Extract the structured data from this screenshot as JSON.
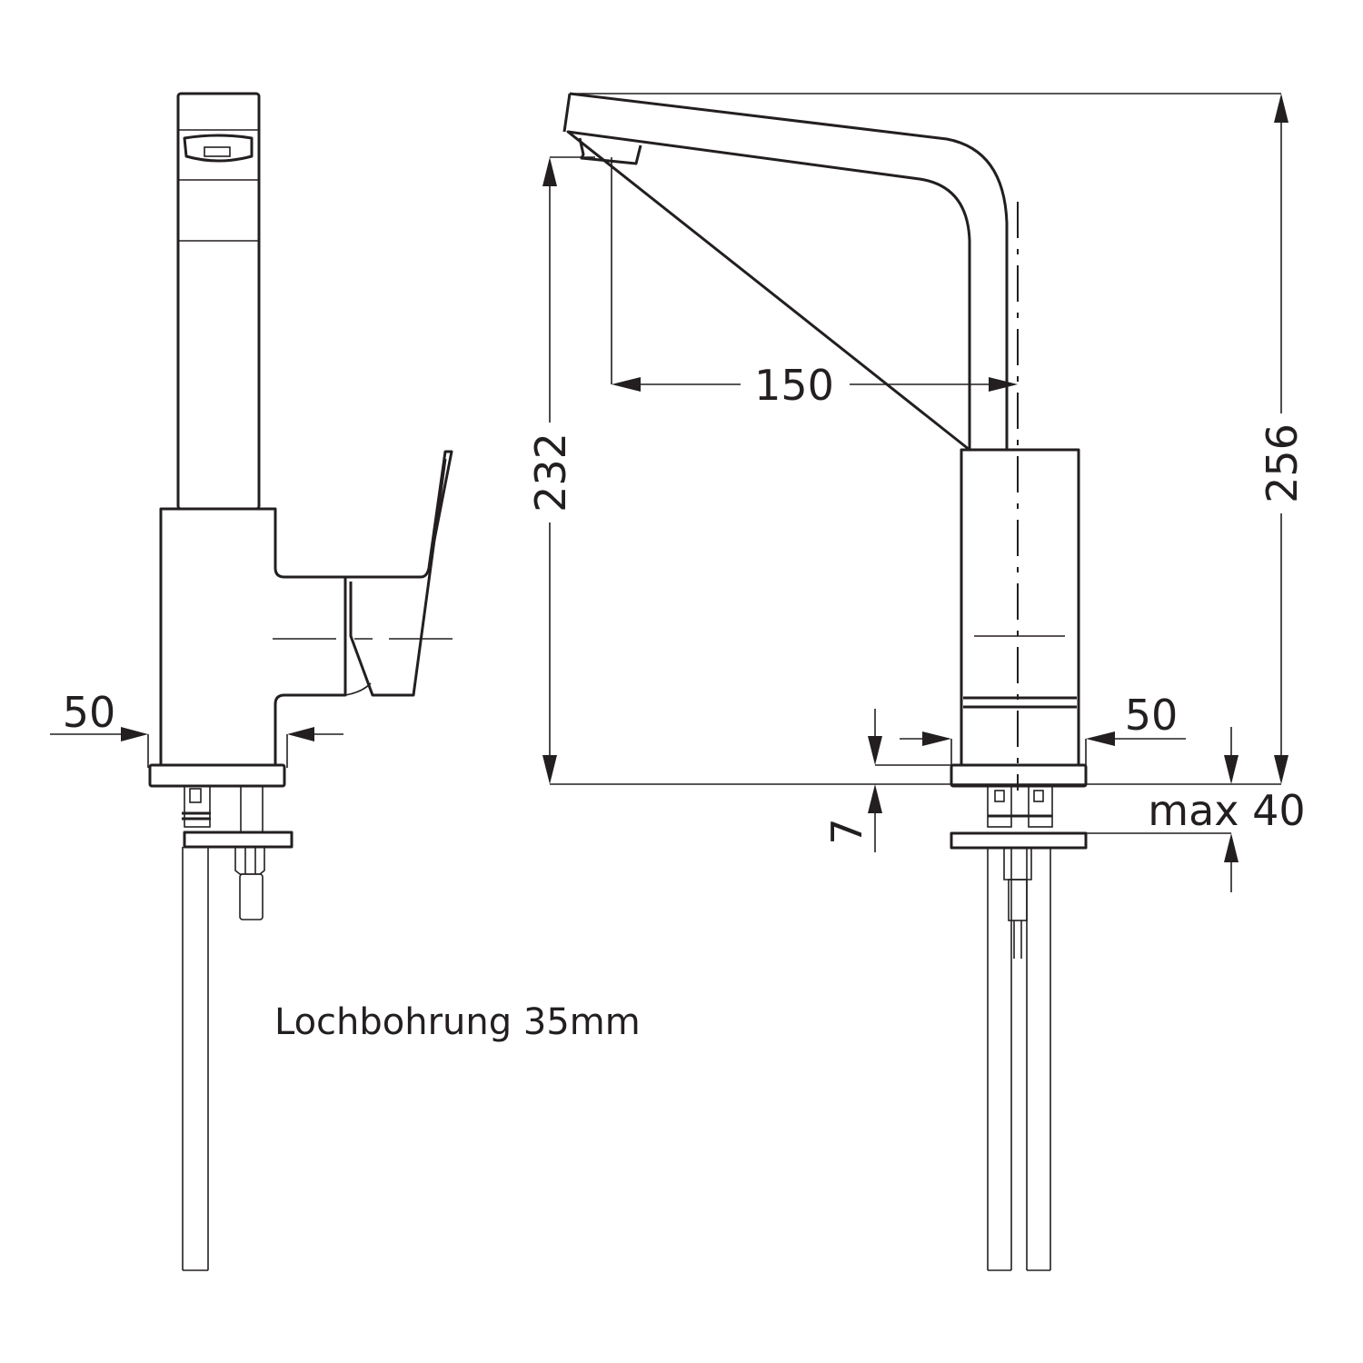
{
  "dimensions": {
    "spout_reach": "150",
    "spout_height": "232",
    "total_height": "256",
    "base_width_side": "50",
    "base_width_front": "50",
    "base_thickness": "7",
    "max_counter": "max 40"
  },
  "note": "Lochbohrung 35mm",
  "colors": {
    "line": "#231f20",
    "background": "#ffffff"
  }
}
